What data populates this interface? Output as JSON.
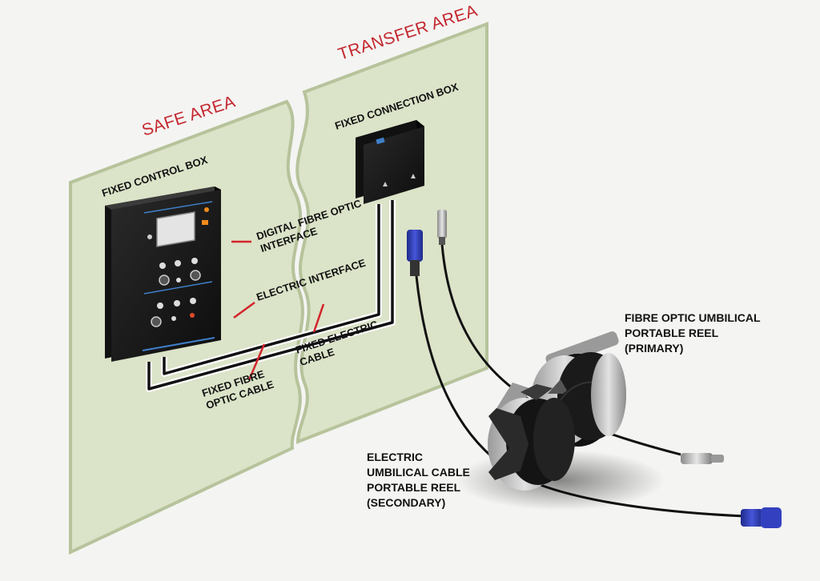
{
  "areas": {
    "safe": "SAFE AREA",
    "transfer": "TRANSFER AREA"
  },
  "labels": {
    "fixed_control_box": "FIXED CONTROL BOX",
    "fixed_connection_box": "FIXED CONNECTION BOX",
    "digital_fibre_optic_interface": [
      "DIGITAL FIBRE OPTIC",
      "INTERFACE"
    ],
    "electric_interface": "ELECTRIC INTERFACE",
    "fixed_fibre_optic_cable": [
      "FIXED FIBRE",
      "OPTIC CABLE"
    ],
    "fixed_electric_cable": [
      "FIXED ELECTRIC",
      "CABLE"
    ],
    "fibre_optic_reel": [
      "FIBRE OPTIC UMBILICAL",
      "PORTABLE REEL",
      "(PRIMARY)"
    ],
    "electric_reel": [
      "ELECTRIC",
      "UMBILICAL CABLE",
      "PORTABLE REEL",
      "(SECONDARY)"
    ]
  },
  "colors": {
    "wall": "#dbe3c8",
    "wall_edge": "#b6c39b",
    "leader_line": "#d3242b",
    "area_text": "#c4262e",
    "box": "#1b1b1b",
    "connector_blue": "#2f3bb0"
  }
}
